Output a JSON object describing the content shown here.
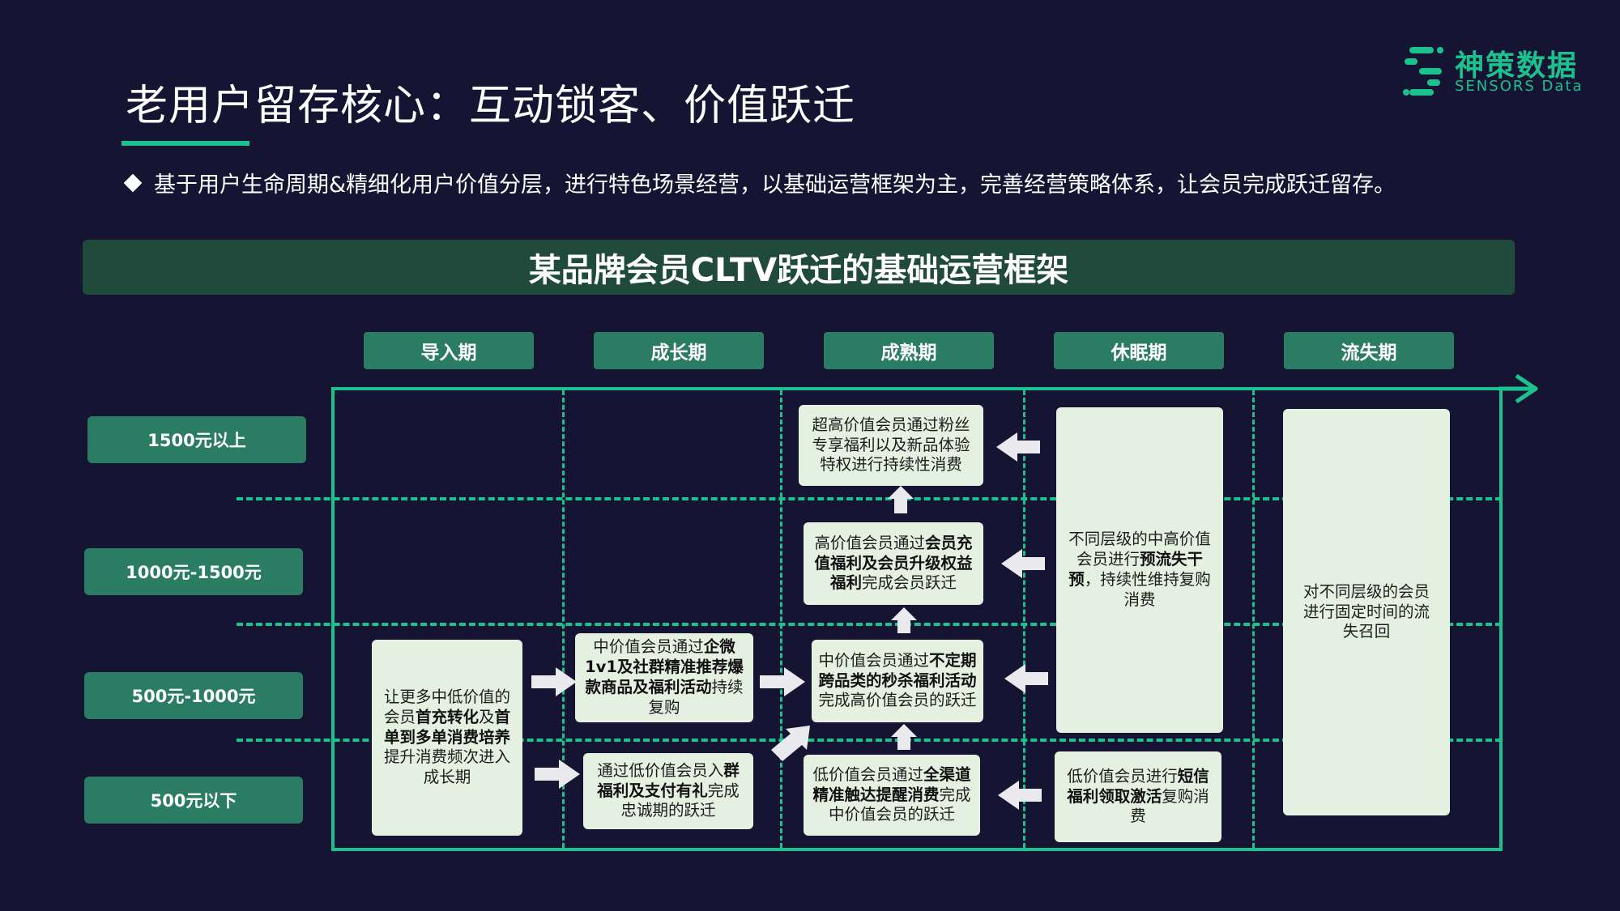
{
  "title": "老用户留存核心：互动锁客、价值跃迁",
  "bullet": "基于用户生命周期&精细化用户价值分层，进行特色场景经营，以基础运营框架为主，完善经营策略体系，让会员完成跃迁留存。",
  "logo": {
    "cn": "神策数据",
    "en": "SENSORS Data",
    "icon": "sensors-logo-icon"
  },
  "banner": "某品牌会员CLTV跃迁的基础运营框架",
  "phases": [
    "导入期",
    "成长期",
    "成熟期",
    "休眠期",
    "流失期"
  ],
  "tiers": [
    "1500元以上",
    "1000元-1500元",
    "500元-1000元",
    "500元以下"
  ],
  "colors": {
    "background": "#151533",
    "accent": "#1bc28e",
    "tag": "#2a7c63",
    "banner": "#1f4a3c",
    "box": "#e4f1e0"
  },
  "boxes": {
    "intro": [
      "让更多中低价值的会员",
      "首充转化",
      "及",
      "首单到多单消费培养",
      "提升消费频次进入成长期"
    ],
    "growth_mid": [
      "中价值会员通过",
      "企微1v1及社群精准推荐爆款商品及福利活动",
      "持续复购"
    ],
    "growth_low": [
      "通过低价值会员入",
      "群福利及支付有礼",
      "完成忠诚期的跃迁"
    ],
    "mature_top": [
      "超高价值会员通过粉丝专享福利以及新品体验特权进行持续性消费"
    ],
    "mature_high": [
      "高价值会员通过",
      "会员充值福利及会员升级权益福利",
      "完成会员跃迁"
    ],
    "mature_mid": [
      "中价值会员通过",
      "不定期跨品类的秒杀福利活动",
      "完成高价值会员的跃迁"
    ],
    "mature_low": [
      "低价值会员通过",
      "全渠道精准触达提醒消费",
      "完成中价值会员的跃迁"
    ],
    "dormant_high": [
      "不同层级的中高价值会员进行",
      "预流失干预",
      "，持续性维持复购消费"
    ],
    "dormant_low": [
      "低价值会员进行",
      "短信福利领取激活",
      "复购消费"
    ],
    "lost": [
      "对不同层级的会员进行固定时间的流失召回"
    ]
  },
  "watermark": {
    "cn": "神策数据",
    "en": "SENSORS Data"
  }
}
